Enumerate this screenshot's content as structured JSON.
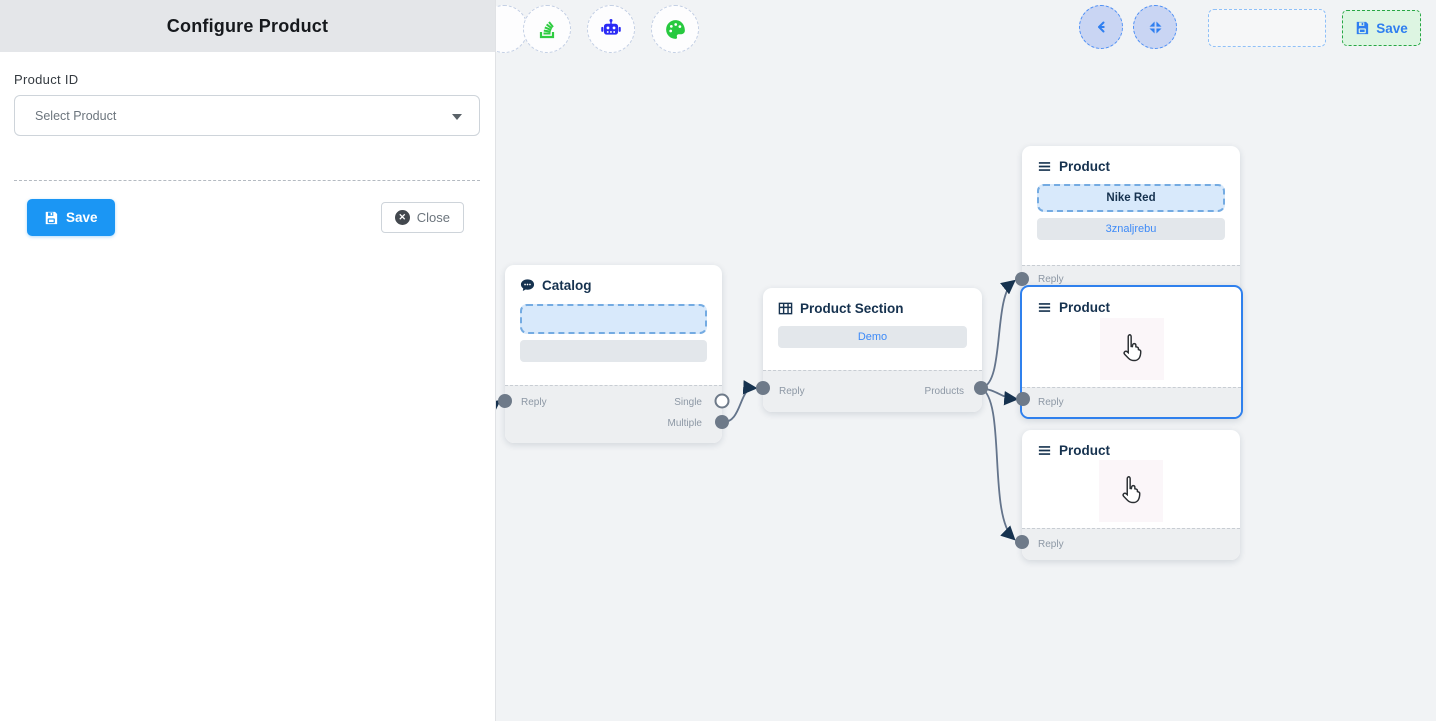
{
  "panel": {
    "title": "Configure Product",
    "product_id_label": "Product ID",
    "select_placeholder": "Select Product",
    "save_label": "Save",
    "close_label": "Close"
  },
  "toolbar": {
    "icons": [
      {
        "name": "stack-icon",
        "color": "#2ecc40"
      },
      {
        "name": "robot-icon",
        "color": "#2a2af5"
      },
      {
        "name": "palette-icon",
        "color": "#27c93f"
      }
    ]
  },
  "topbar": {
    "back_icon": "left-arrow",
    "fit_icon": "compress-arrows",
    "empty_button": "",
    "save_label": "Save"
  },
  "canvas": {
    "nodes": {
      "catalog": {
        "title": "Catalog",
        "icon": "speech-bubble-icon",
        "footer": {
          "reply": "Reply",
          "single": "Single",
          "multiple": "Multiple"
        }
      },
      "product_section": {
        "title": "Product Section",
        "icon": "grid-icon",
        "item": "Demo",
        "footer": {
          "reply": "Reply",
          "products": "Products"
        }
      },
      "product1": {
        "title": "Product",
        "icon": "menu-icon",
        "item1": "Nike Red",
        "item2": "3znaljrebu",
        "footer": {
          "reply": "Reply"
        }
      },
      "product2": {
        "title": "Product",
        "icon": "menu-icon",
        "footer": {
          "reply": "Reply"
        }
      },
      "product3": {
        "title": "Product",
        "icon": "menu-icon",
        "footer": {
          "reply": "Reply"
        }
      }
    },
    "edges": [
      {
        "from": "offscreen-left",
        "to": "catalog.reply"
      },
      {
        "from": "catalog.multiple",
        "to": "product_section.reply"
      },
      {
        "from": "product_section.products",
        "to": "product1.reply"
      },
      {
        "from": "product_section.products",
        "to": "product2.reply"
      },
      {
        "from": "product_section.products",
        "to": "product3.reply"
      }
    ]
  },
  "colors": {
    "primary_blue": "#1b96f4",
    "accent_blue": "#2f7ff0",
    "selected_border": "#2f80ed",
    "green_dashed": "#28a745",
    "edge_gray": "#64748b",
    "arrow_navy": "#16324f",
    "canvas_bg": "#f1f3f5",
    "panel_header_bg": "#e4e6e9"
  }
}
